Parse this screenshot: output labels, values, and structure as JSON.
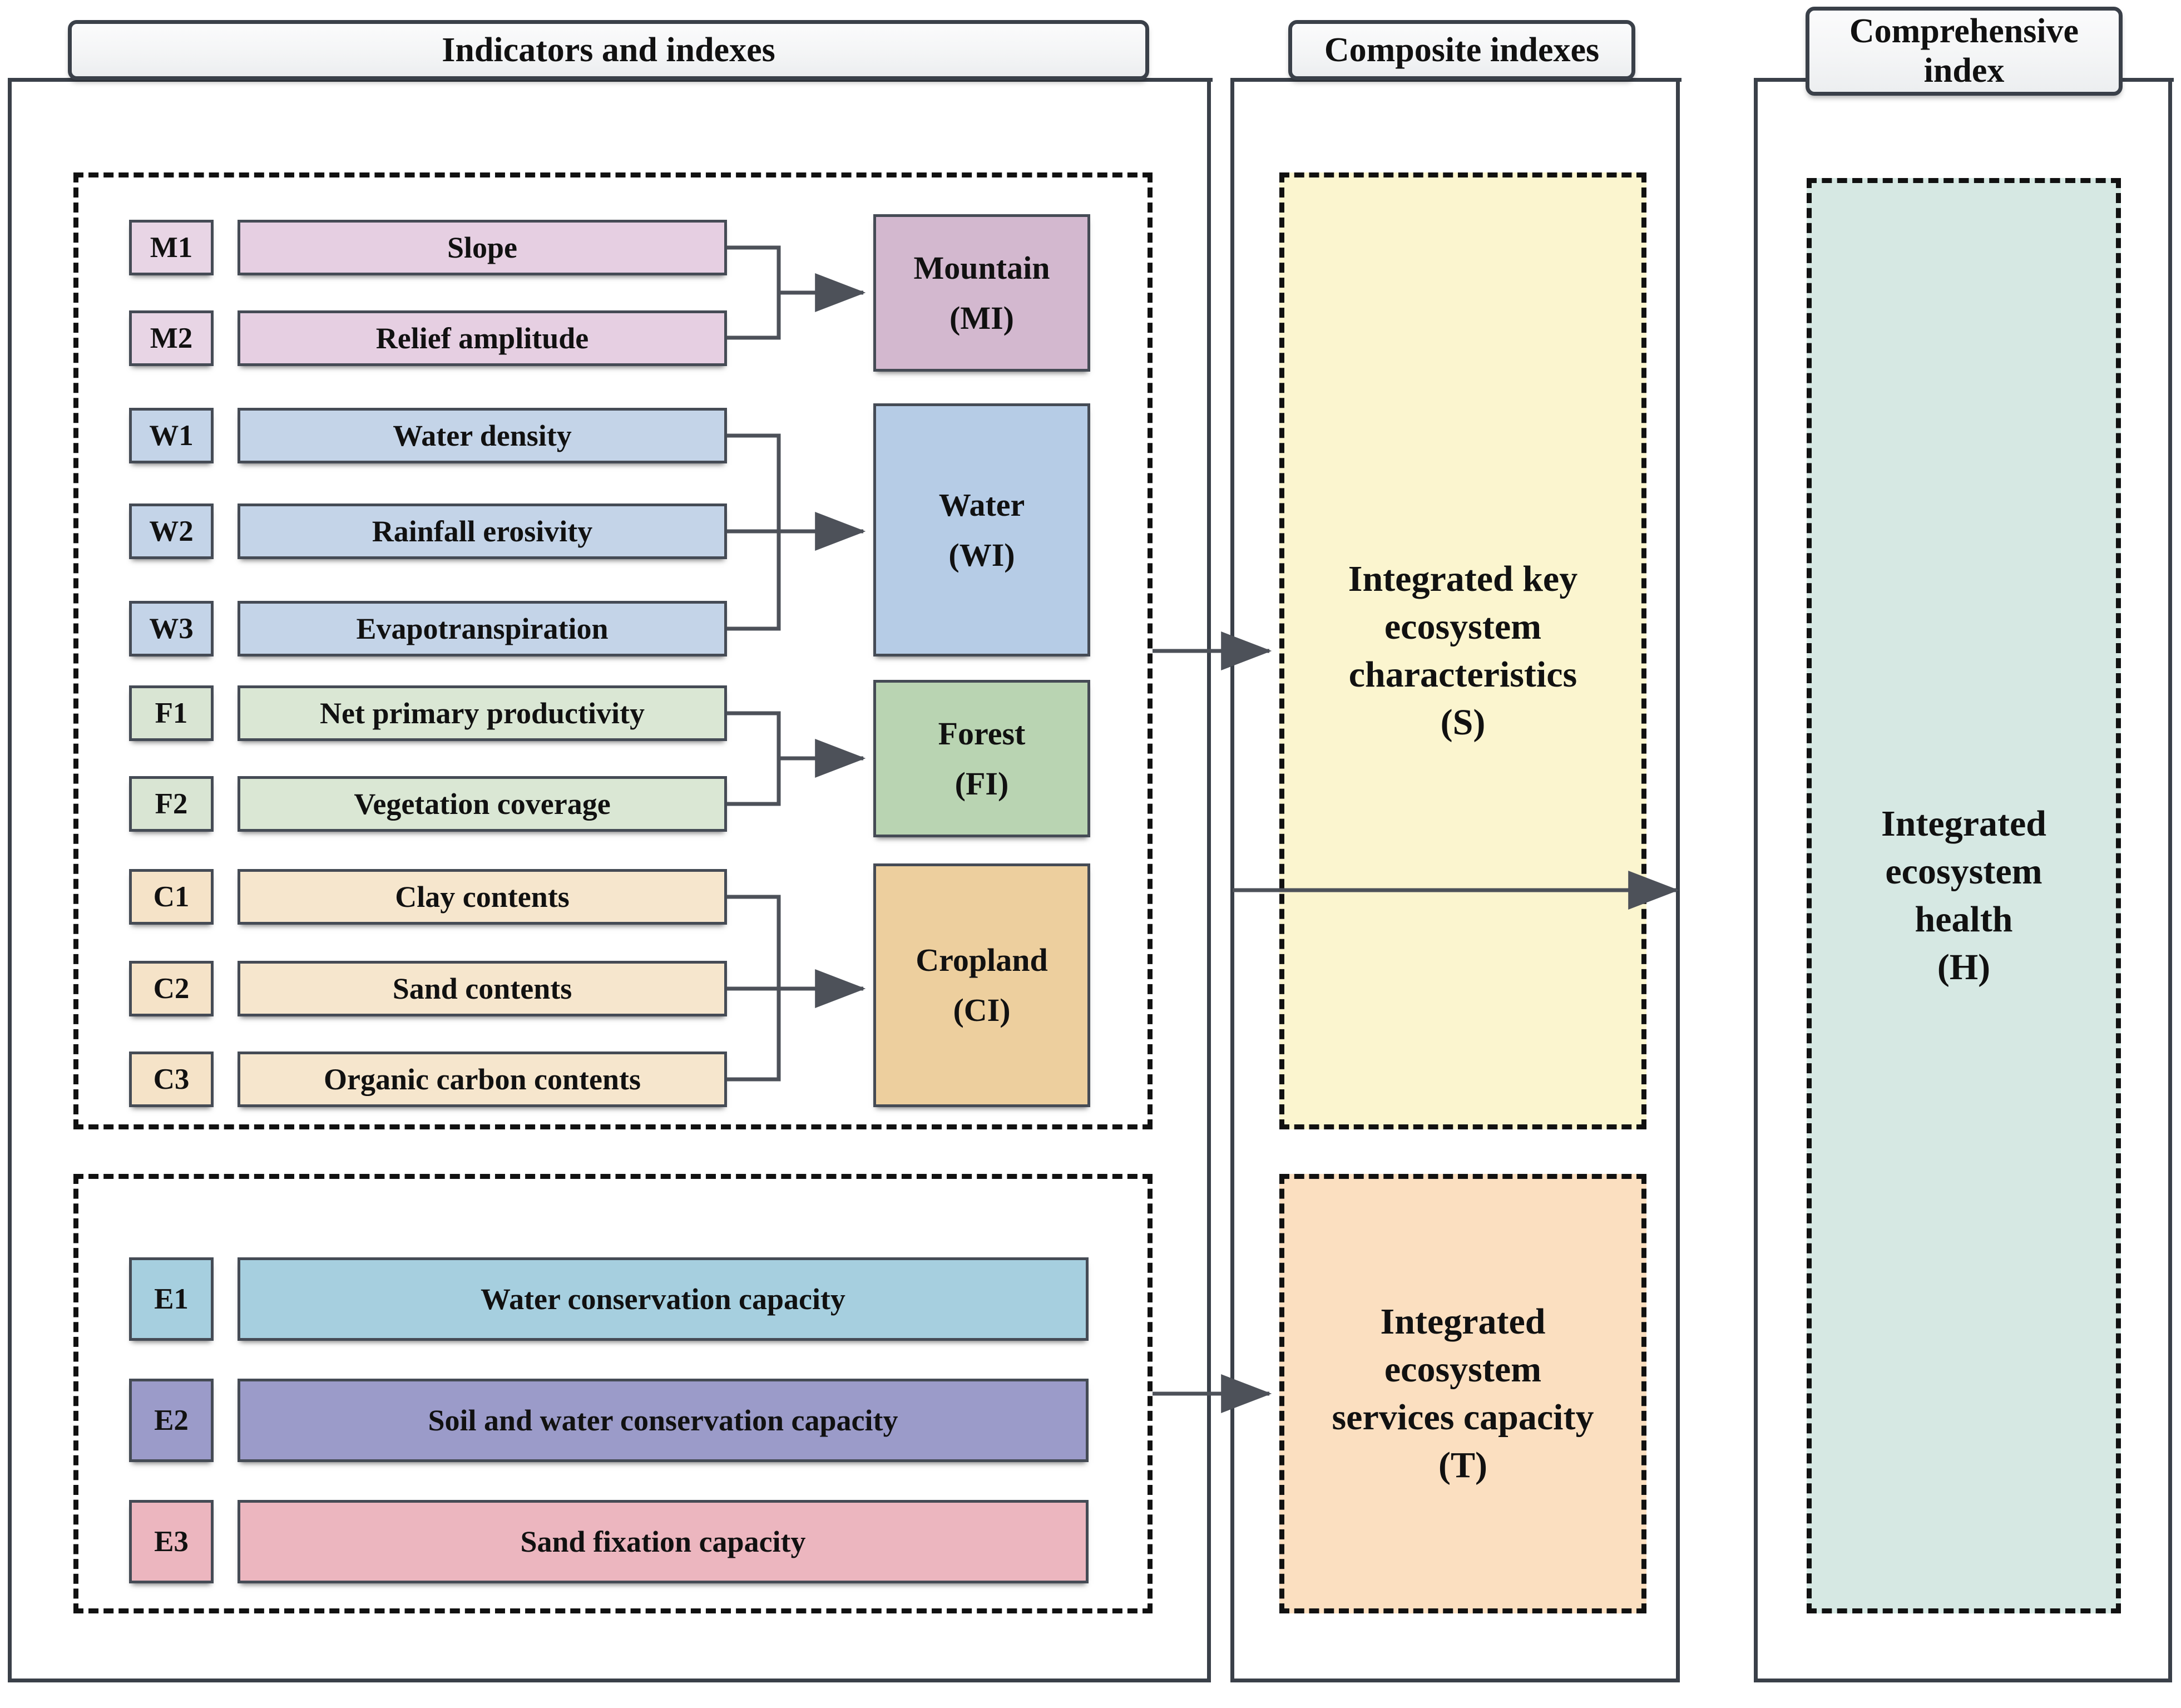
{
  "columns": [
    {
      "id": "indicators",
      "title": "Indicators and indexes"
    },
    {
      "id": "composite",
      "title": "Composite indexes"
    },
    {
      "id": "comprehensive",
      "title_line1": "Comprehensive",
      "title_line2": "index"
    }
  ],
  "groups": [
    {
      "id": "mountain",
      "code_color": "#e8d5e5",
      "bar_color": "#e6cfe2",
      "index_color": "#d3b8cf",
      "index_lines": [
        "Mountain",
        "(MI)"
      ],
      "rows": [
        {
          "code": "M1",
          "label": "Slope"
        },
        {
          "code": "M2",
          "label": "Relief amplitude"
        }
      ]
    },
    {
      "id": "water",
      "code_color": "#c4d4e8",
      "bar_color": "#c4d4e8",
      "index_color": "#b6cce6",
      "index_lines": [
        "Water",
        "(WI)"
      ],
      "rows": [
        {
          "code": "W1",
          "label": "Water density"
        },
        {
          "code": "W2",
          "label": "Rainfall erosivity"
        },
        {
          "code": "W3",
          "label": "Evapotranspiration"
        }
      ]
    },
    {
      "id": "forest",
      "code_color": "#d9e5d3",
      "bar_color": "#dae7d4",
      "index_color": "#b9d4b2",
      "index_lines": [
        "Forest",
        "(FI)"
      ],
      "rows": [
        {
          "code": "F1",
          "label": "Net primary productivity"
        },
        {
          "code": "F2",
          "label": "Vegetation coverage"
        }
      ]
    },
    {
      "id": "cropland",
      "code_color": "#f5e3c8",
      "bar_color": "#f6e6cd",
      "index_color": "#edcf9e",
      "index_lines": [
        "Cropland",
        "(CI)"
      ],
      "rows": [
        {
          "code": "C1",
          "label": "Clay contents"
        },
        {
          "code": "C2",
          "label": "Sand contents"
        },
        {
          "code": "C3",
          "label": "Organic carbon contents"
        }
      ]
    }
  ],
  "services": {
    "rows": [
      {
        "code": "E1",
        "label": "Water conservation capacity",
        "color": "#a6cfdf"
      },
      {
        "code": "E2",
        "label": "Soil and water conservation capacity",
        "color": "#9b9bc9"
      },
      {
        "code": "E3",
        "label": "Sand fixation capacity",
        "color": "#ecb6bf"
      }
    ]
  },
  "composite": [
    {
      "id": "S",
      "color": "#fbf5cf",
      "lines": [
        "Integrated key",
        "ecosystem",
        "characteristics",
        "(S)"
      ]
    },
    {
      "id": "T",
      "color": "#fbdfc0",
      "lines": [
        "Integrated",
        "ecosystem",
        "services capacity",
        "(T)"
      ]
    }
  ],
  "comprehensive": {
    "id": "H",
    "color": "#d6e8e3",
    "lines": [
      "Integrated",
      "ecosystem",
      "health",
      "(H)"
    ]
  },
  "palette": {
    "frame": "#3a4049",
    "dashed": "#111111",
    "wire": "#4d5159",
    "box_border": "#454b55"
  }
}
